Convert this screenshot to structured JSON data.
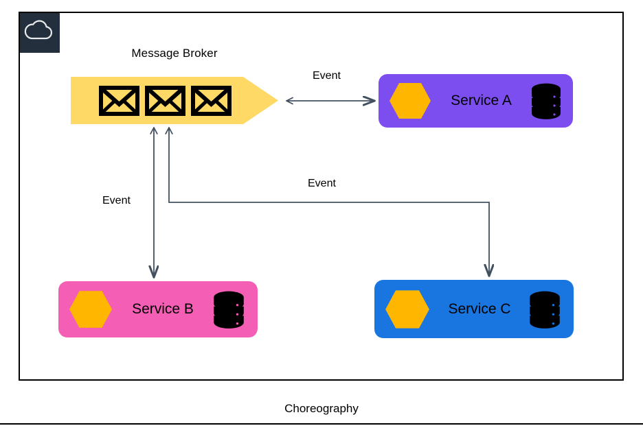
{
  "page": {
    "caption": "Choreography",
    "badge_icon": "cloud-icon",
    "frame_color": "#000000",
    "background": "#ffffff"
  },
  "broker": {
    "label": "Message Broker",
    "fill": "#ffd966",
    "message_icons": [
      "envelope-icon",
      "envelope-icon",
      "envelope-icon"
    ],
    "message_count": 3
  },
  "services": [
    {
      "id": "service-a",
      "name": "Service A",
      "fill": "#7c4ef0",
      "hex_color": "#ffb600",
      "db_icon": "database-icon",
      "hex_icon": "hexagon-icon"
    },
    {
      "id": "service-b",
      "name": "Service B",
      "fill": "#f45eb4",
      "hex_color": "#ffb600",
      "db_icon": "database-icon",
      "hex_icon": "hexagon-icon"
    },
    {
      "id": "service-c",
      "name": "Service C",
      "fill": "#1976e0",
      "hex_color": "#ffb600",
      "db_icon": "database-icon",
      "hex_icon": "hexagon-icon"
    }
  ],
  "edges": [
    {
      "id": "edge-broker-service-a",
      "label": "Event",
      "from": "broker",
      "to": "Service A",
      "direction": "bidirectional",
      "color": "#43505f"
    },
    {
      "id": "edge-broker-service-b",
      "label": "Event",
      "from": "broker",
      "to": "Service B",
      "direction": "bidirectional",
      "color": "#43505f"
    },
    {
      "id": "edge-broker-service-c",
      "label": "Event",
      "from": "Service C",
      "to": "broker",
      "direction": "bidirectional",
      "color": "#43505f"
    }
  ],
  "chart_data": {
    "type": "diagram",
    "title": "Choreography",
    "nodes": [
      {
        "id": "broker",
        "label": "Message Broker",
        "shape": "arrow-block",
        "color": "#ffd966"
      },
      {
        "id": "service-a",
        "label": "Service A",
        "shape": "rounded-rect",
        "color": "#7c4ef0"
      },
      {
        "id": "service-b",
        "label": "Service B",
        "shape": "rounded-rect",
        "color": "#f45eb4"
      },
      {
        "id": "service-c",
        "label": "Service C",
        "shape": "rounded-rect",
        "color": "#1976e0"
      }
    ],
    "links": [
      {
        "source": "broker",
        "target": "service-a",
        "label": "Event",
        "arrows": "both"
      },
      {
        "source": "broker",
        "target": "service-b",
        "label": "Event",
        "arrows": "both"
      },
      {
        "source": "service-c",
        "target": "broker",
        "label": "Event",
        "arrows": "both"
      }
    ]
  }
}
